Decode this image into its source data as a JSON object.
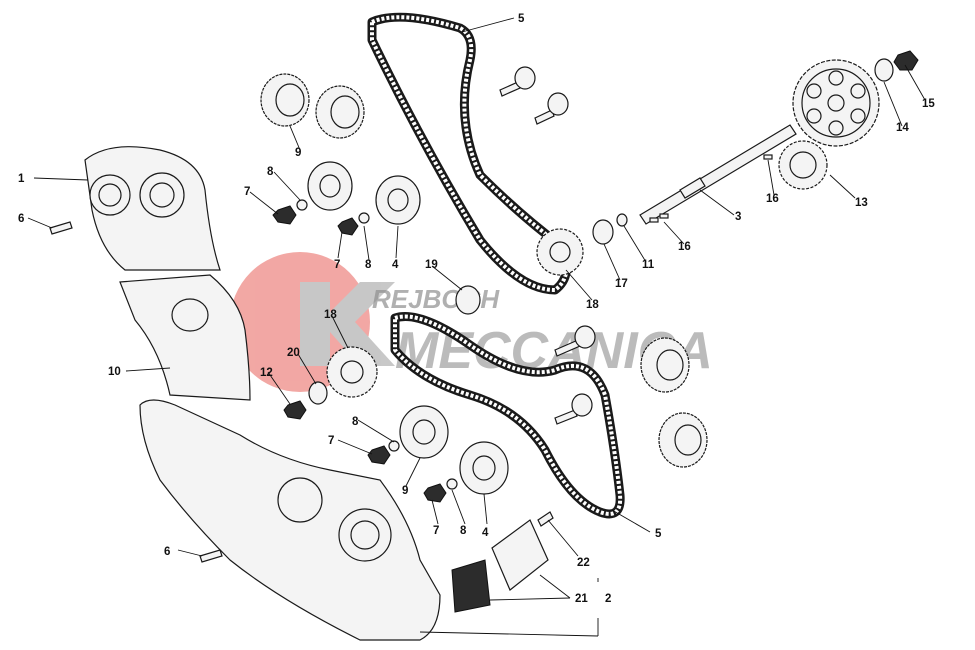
{
  "watermark": {
    "line1": "REJBOCH",
    "line2": "MECCANICA",
    "color_red": "#e8605a",
    "color_grey": "#9a9a9a"
  },
  "labels": [
    {
      "id": "l1",
      "text": "1"
    },
    {
      "id": "l2",
      "text": "2"
    },
    {
      "id": "l3",
      "text": "3"
    },
    {
      "id": "l4a",
      "text": "4"
    },
    {
      "id": "l4b",
      "text": "4"
    },
    {
      "id": "l5a",
      "text": "5"
    },
    {
      "id": "l5b",
      "text": "5"
    },
    {
      "id": "l6a",
      "text": "6"
    },
    {
      "id": "l6b",
      "text": "6"
    },
    {
      "id": "l7a",
      "text": "7"
    },
    {
      "id": "l7b",
      "text": "7"
    },
    {
      "id": "l7c",
      "text": "7"
    },
    {
      "id": "l7d",
      "text": "7"
    },
    {
      "id": "l8a",
      "text": "8"
    },
    {
      "id": "l8b",
      "text": "8"
    },
    {
      "id": "l8c",
      "text": "8"
    },
    {
      "id": "l8d",
      "text": "8"
    },
    {
      "id": "l9a",
      "text": "9"
    },
    {
      "id": "l9b",
      "text": "9"
    },
    {
      "id": "l10",
      "text": "10"
    },
    {
      "id": "l11",
      "text": "11"
    },
    {
      "id": "l12",
      "text": "12"
    },
    {
      "id": "l13",
      "text": "13"
    },
    {
      "id": "l14",
      "text": "14"
    },
    {
      "id": "l15",
      "text": "15"
    },
    {
      "id": "l16a",
      "text": "16"
    },
    {
      "id": "l16b",
      "text": "16"
    },
    {
      "id": "l17",
      "text": "17"
    },
    {
      "id": "l18a",
      "text": "18"
    },
    {
      "id": "l18b",
      "text": "18"
    },
    {
      "id": "l19",
      "text": "19"
    },
    {
      "id": "l20",
      "text": "20"
    },
    {
      "id": "l21",
      "text": "21"
    },
    {
      "id": "l22",
      "text": "22"
    }
  ]
}
